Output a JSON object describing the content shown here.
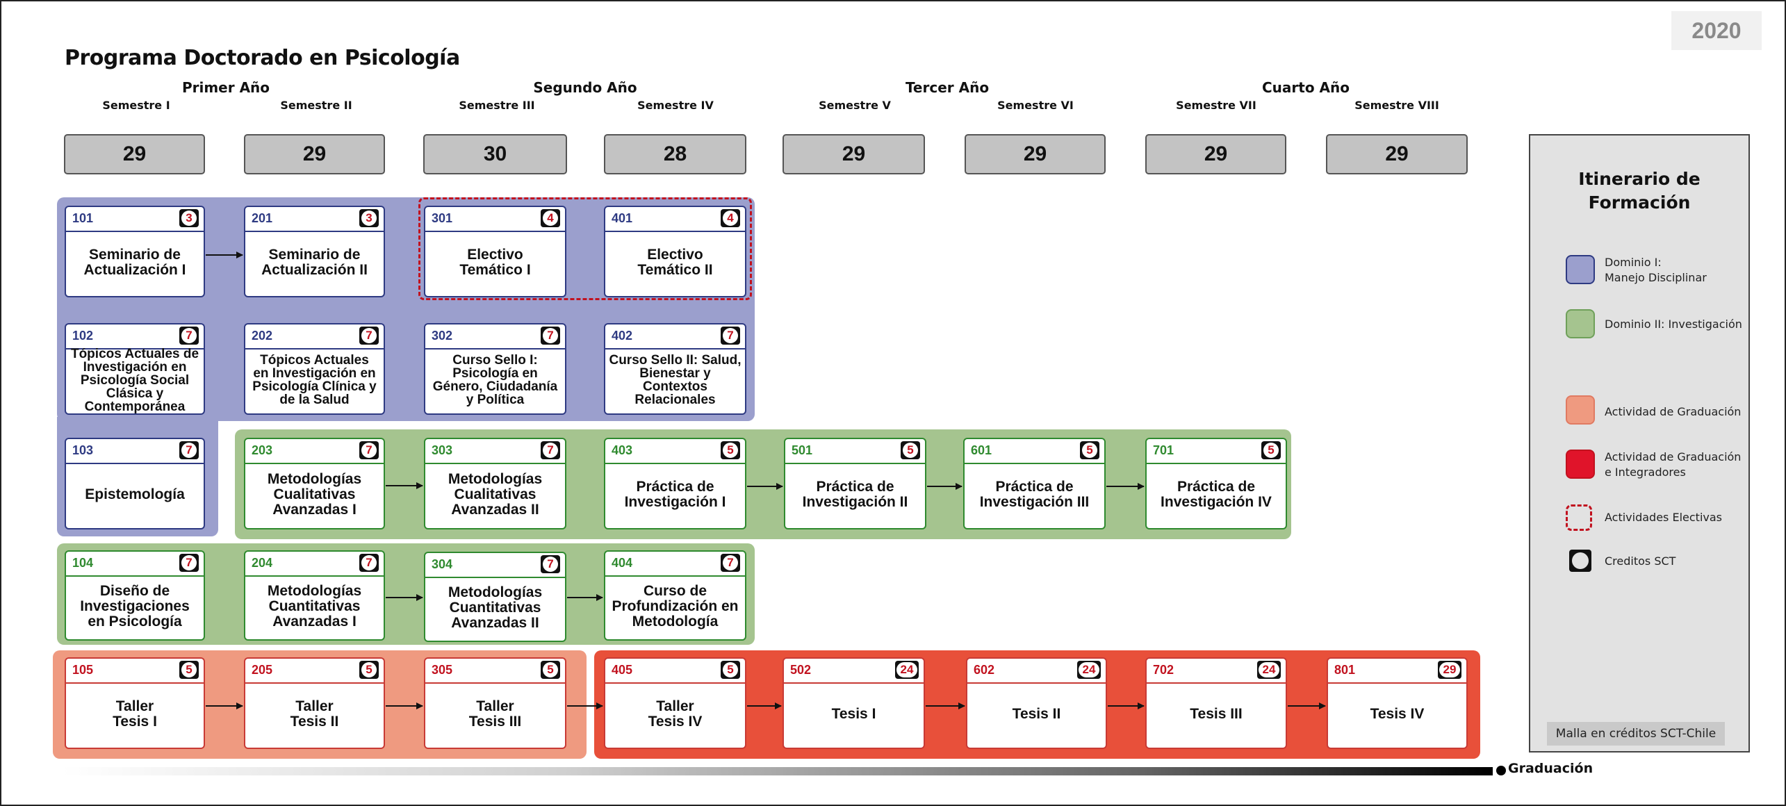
{
  "year_badge": "2020",
  "title": "Programa Doctorado en Psicología",
  "years": [
    "Primer Año",
    "Segundo Año",
    "Tercer Año",
    "Cuarto Año"
  ],
  "semesters": [
    "Semestre I",
    "Semestre II",
    "Semestre III",
    "Semestre IV",
    "Semestre V",
    "Semestre VI",
    "Semestre VII",
    "Semestre VIII"
  ],
  "semester_totals": [
    "29",
    "29",
    "30",
    "28",
    "29",
    "29",
    "29",
    "29"
  ],
  "courses": [
    {
      "code": "101",
      "credits": "3",
      "name": "Seminario de\nActualización I",
      "domain": "I"
    },
    {
      "code": "201",
      "credits": "3",
      "name": "Seminario de\nActualización II",
      "domain": "I"
    },
    {
      "code": "301",
      "credits": "4",
      "name": "Electivo\nTemático I",
      "domain": "I"
    },
    {
      "code": "401",
      "credits": "4",
      "name": "Electivo\nTemático II",
      "domain": "I"
    },
    {
      "code": "102",
      "credits": "7",
      "name": "Tópicos Actuales de\nInvestigación en\nPsicología Social\nClásica y\nContemporánea",
      "domain": "I"
    },
    {
      "code": "202",
      "credits": "7",
      "name": "Tópicos Actuales\nen Investigación en\nPsicología Clínica y\nde la Salud",
      "domain": "I"
    },
    {
      "code": "302",
      "credits": "7",
      "name": "Curso Sello I:\nPsicología en\nGénero, Ciudadanía\ny Política",
      "domain": "I"
    },
    {
      "code": "402",
      "credits": "7",
      "name": "Curso Sello II: Salud,\nBienestar y\nContextos\nRelacionales",
      "domain": "I"
    },
    {
      "code": "103",
      "credits": "7",
      "name": "Epistemología",
      "domain": "I"
    },
    {
      "code": "203",
      "credits": "7",
      "name": "Metodologías\nCualitativas\nAvanzadas  I",
      "domain": "II"
    },
    {
      "code": "303",
      "credits": "7",
      "name": "Metodologías\nCualitativas\nAvanzadas II",
      "domain": "II"
    },
    {
      "code": "403",
      "credits": "5",
      "name": "Práctica de\nInvestigación I",
      "domain": "II"
    },
    {
      "code": "501",
      "credits": "5",
      "name": "Práctica de\nInvestigación II",
      "domain": "II"
    },
    {
      "code": "601",
      "credits": "5",
      "name": "Práctica de\nInvestigación III",
      "domain": "II"
    },
    {
      "code": "701",
      "credits": "5",
      "name": "Práctica de\nInvestigación IV",
      "domain": "II"
    },
    {
      "code": "104",
      "credits": "7",
      "name": "Diseño de\nInvestigaciones\nen Psicología",
      "domain": "II"
    },
    {
      "code": "204",
      "credits": "7",
      "name": "Metodologías\nCuantitativas\nAvanzadas I",
      "domain": "II"
    },
    {
      "code": "304",
      "credits": "7",
      "name": "Metodologías\nCuantitativas\nAvanzadas II",
      "domain": "II"
    },
    {
      "code": "404",
      "credits": "7",
      "name": "Curso de\nProfundización en\nMetodología",
      "domain": "II"
    },
    {
      "code": "105",
      "credits": "5",
      "name": "Taller\nTesis I",
      "domain": "III"
    },
    {
      "code": "205",
      "credits": "5",
      "name": "Taller\nTesis II",
      "domain": "III"
    },
    {
      "code": "305",
      "credits": "5",
      "name": "Taller\nTesis III",
      "domain": "III"
    },
    {
      "code": "405",
      "credits": "5",
      "name": "Taller\nTesis IV",
      "domain": "III"
    },
    {
      "code": "502",
      "credits": "24",
      "name": "Tesis I",
      "domain": "III"
    },
    {
      "code": "602",
      "credits": "24",
      "name": "Tesis II",
      "domain": "III"
    },
    {
      "code": "702",
      "credits": "24",
      "name": "Tesis III",
      "domain": "III"
    },
    {
      "code": "801",
      "credits": "29",
      "name": "Tesis IV",
      "domain": "III"
    }
  ],
  "graduation_label": "Graduación",
  "legend": {
    "title": "Itinerario de\nFormación",
    "items": [
      {
        "label": "Dominio I:\nManejo Disciplinar",
        "color": "#9b9fcd"
      },
      {
        "label": "Dominio II: Investigación",
        "color": "#a5c48f"
      },
      {
        "label": "Actividad de Graduación",
        "color": "#ef9a80"
      },
      {
        "label": "Actividad de Graduación\ne Integradores",
        "color": "#e0142a"
      },
      {
        "label": "Actividades Electivas",
        "color": "#c1121f"
      },
      {
        "label": "Creditos SCT",
        "color": "#111111"
      }
    ],
    "note": "Malla en créditos SCT-Chile"
  },
  "colors": {
    "dominio_i": "#9b9fcd",
    "dominio_ii": "#a5c48f",
    "graduacion": "#ef9a80",
    "graduacion_integradores": "#e8503a"
  }
}
